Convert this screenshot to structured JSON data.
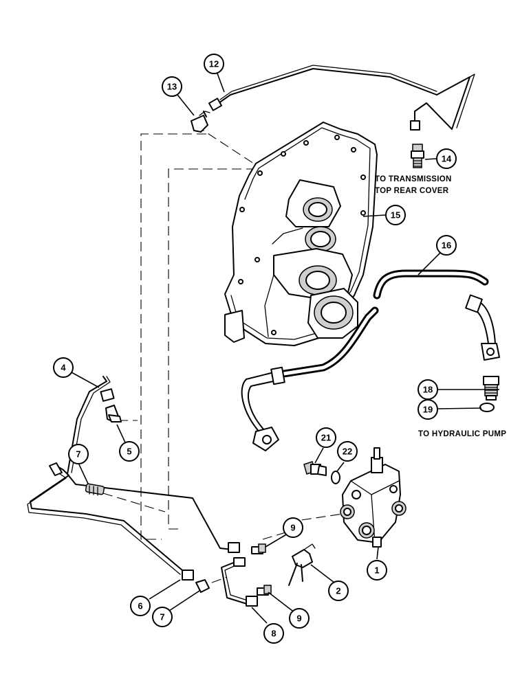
{
  "callouts": {
    "c1": "1",
    "c2": "2",
    "c4": "4",
    "c5": "5",
    "c6": "6",
    "c7a": "7",
    "c7b": "7",
    "c8": "8",
    "c9a": "9",
    "c9b": "9",
    "c12": "12",
    "c13": "13",
    "c14": "14",
    "c15": "15",
    "c16": "16",
    "c18": "18",
    "c19": "19",
    "c21": "21",
    "c22": "22"
  },
  "notes": {
    "transmission_line1": "TO TRANSMISSION",
    "transmission_line2": "TOP REAR COVER",
    "hydraulic_pump": "TO HYDRAULIC PUMP"
  }
}
